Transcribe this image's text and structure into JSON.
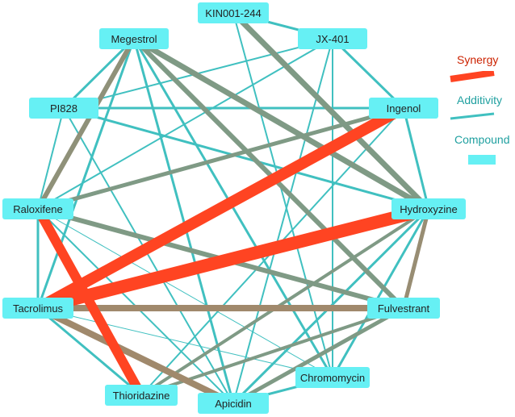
{
  "nodes": [
    {
      "id": "KIN001-244",
      "label": "KIN001-244"
    },
    {
      "id": "JX-401",
      "label": "JX-401"
    },
    {
      "id": "Megestrol",
      "label": "Megestrol"
    },
    {
      "id": "PI828",
      "label": "PI828"
    },
    {
      "id": "Ingenol",
      "label": "Ingenol"
    },
    {
      "id": "Raloxifene",
      "label": "Raloxifene"
    },
    {
      "id": "Hydroxyzine",
      "label": "Hydroxyzine"
    },
    {
      "id": "Tacrolimus",
      "label": "Tacrolimus"
    },
    {
      "id": "Fulvestrant",
      "label": "Fulvestrant"
    },
    {
      "id": "Chromomycin",
      "label": "Chromomycin"
    },
    {
      "id": "Thioridazine",
      "label": "Thioridazine"
    },
    {
      "id": "Apicidin",
      "label": "Apicidin"
    }
  ],
  "edges": [
    {
      "a": "KIN001-244",
      "b": "JX-401",
      "score": 0.0,
      "weight": 3
    },
    {
      "a": "KIN001-244",
      "b": "Hydroxyzine",
      "score": 0.1,
      "weight": 7
    },
    {
      "a": "JX-401",
      "b": "PI828",
      "score": 0.0,
      "weight": 2
    },
    {
      "a": "JX-401",
      "b": "Ingenol",
      "score": 0.0,
      "weight": 3
    },
    {
      "a": "JX-401",
      "b": "Apicidin",
      "score": 0.0,
      "weight": 2
    },
    {
      "a": "JX-401",
      "b": "Chromomycin",
      "score": 0.0,
      "weight": 2
    },
    {
      "a": "JX-401",
      "b": "Raloxifene",
      "score": 0.0,
      "weight": 2
    },
    {
      "a": "Megestrol",
      "b": "PI828",
      "score": 0.0,
      "weight": 3
    },
    {
      "a": "Megestrol",
      "b": "Raloxifene",
      "score": 0.4,
      "weight": 6
    },
    {
      "a": "Megestrol",
      "b": "Hydroxyzine",
      "score": 0.1,
      "weight": 7
    },
    {
      "a": "Megestrol",
      "b": "Fulvestrant",
      "score": 0.1,
      "weight": 6
    },
    {
      "a": "Megestrol",
      "b": "Chromomycin",
      "score": 0.0,
      "weight": 3
    },
    {
      "a": "Megestrol",
      "b": "Apicidin",
      "score": 0.0,
      "weight": 3
    },
    {
      "a": "Megestrol",
      "b": "Tacrolimus",
      "score": 0.0,
      "weight": 3
    },
    {
      "a": "PI828",
      "b": "Ingenol",
      "score": 0.0,
      "weight": 3
    },
    {
      "a": "PI828",
      "b": "Hydroxyzine",
      "score": 0.0,
      "weight": 3
    },
    {
      "a": "PI828",
      "b": "Raloxifene",
      "score": 0.0,
      "weight": 2
    },
    {
      "a": "PI828",
      "b": "Apicidin",
      "score": 0.0,
      "weight": 2
    },
    {
      "a": "Ingenol",
      "b": "Raloxifene",
      "score": 0.1,
      "weight": 5
    },
    {
      "a": "Ingenol",
      "b": "Tacrolimus",
      "score": 1.0,
      "weight": 14
    },
    {
      "a": "Ingenol",
      "b": "Hydroxyzine",
      "score": 0.0,
      "weight": 3
    },
    {
      "a": "Ingenol",
      "b": "Thioridazine",
      "score": 0.0,
      "weight": 2
    },
    {
      "a": "Raloxifene",
      "b": "Fulvestrant",
      "score": 0.1,
      "weight": 6
    },
    {
      "a": "Raloxifene",
      "b": "Tacrolimus",
      "score": 0.0,
      "weight": 3
    },
    {
      "a": "Raloxifene",
      "b": "Thioridazine",
      "score": 1.0,
      "weight": 12
    },
    {
      "a": "Raloxifene",
      "b": "Chromomycin",
      "score": 0.0,
      "weight": 1
    },
    {
      "a": "Raloxifene",
      "b": "Apicidin",
      "score": 0.0,
      "weight": 2
    },
    {
      "a": "Hydroxyzine",
      "b": "Tacrolimus",
      "score": 1.0,
      "weight": 16
    },
    {
      "a": "Hydroxyzine",
      "b": "Fulvestrant",
      "score": 0.45,
      "weight": 5
    },
    {
      "a": "Hydroxyzine",
      "b": "Apicidin",
      "score": 0.0,
      "weight": 3
    },
    {
      "a": "Hydroxyzine",
      "b": "Chromomycin",
      "score": 0.0,
      "weight": 3
    },
    {
      "a": "Hydroxyzine",
      "b": "Thioridazine",
      "score": 0.1,
      "weight": 4
    },
    {
      "a": "Tacrolimus",
      "b": "Fulvestrant",
      "score": 0.5,
      "weight": 8
    },
    {
      "a": "Tacrolimus",
      "b": "Apicidin",
      "score": 0.5,
      "weight": 8
    },
    {
      "a": "Tacrolimus",
      "b": "Chromomycin",
      "score": 0.0,
      "weight": 1
    },
    {
      "a": "Tacrolimus",
      "b": "Thioridazine",
      "score": 0.0,
      "weight": 3
    },
    {
      "a": "Fulvestrant",
      "b": "Apicidin",
      "score": 0.1,
      "weight": 5
    },
    {
      "a": "Fulvestrant",
      "b": "Thioridazine",
      "score": 0.1,
      "weight": 4
    },
    {
      "a": "Chromomycin",
      "b": "Apicidin",
      "score": 0.0,
      "weight": 3
    },
    {
      "a": "KIN001-244",
      "b": "Chromomycin",
      "score": 0.0,
      "weight": 2
    }
  ],
  "legend": {
    "synergy_label": "Synergy",
    "additivity_label": "Additivity",
    "compound_label": "Compound"
  },
  "colors": {
    "synergy": "#ff4422",
    "additivity": "#40c0c0",
    "mixed": "#b08060",
    "muted": "#7f9a85",
    "compound": "#66f0f4",
    "node_text": "#222222"
  }
}
